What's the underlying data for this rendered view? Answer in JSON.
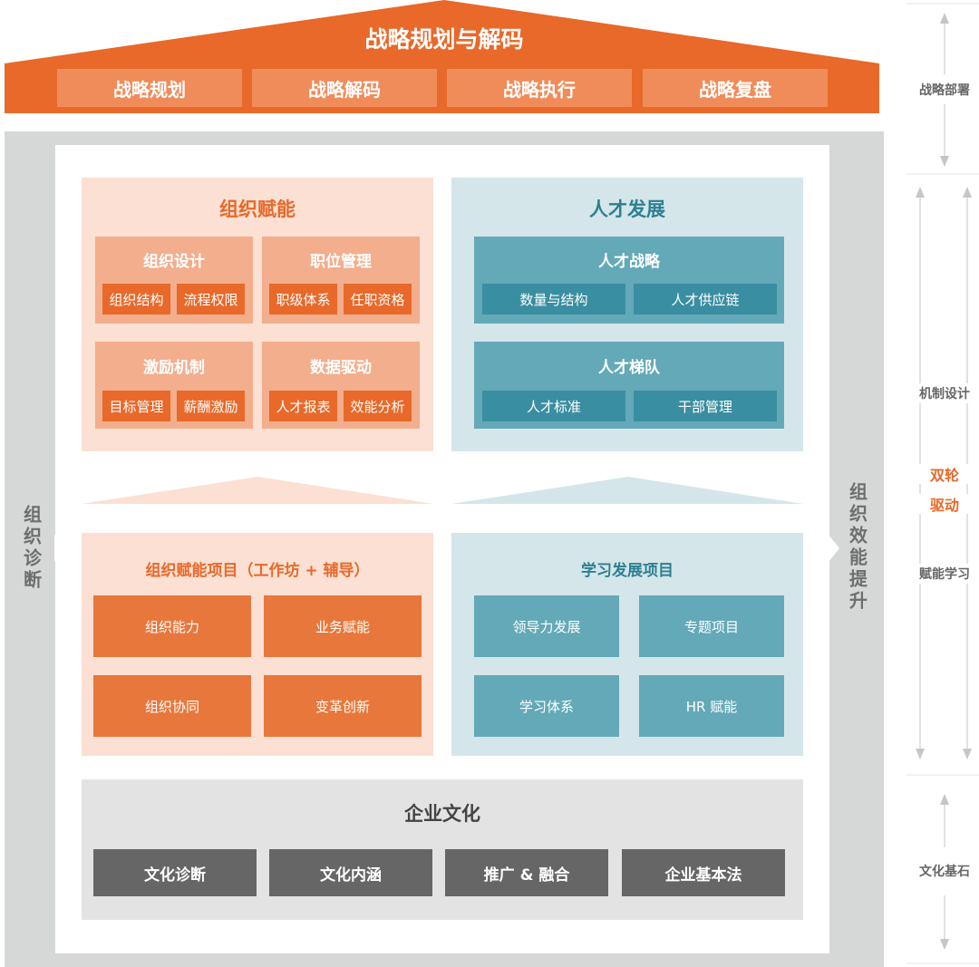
{
  "roof": {
    "title": "战略规划与解码",
    "items": [
      "战略规划",
      "战略解码",
      "战略执行",
      "战略复盘"
    ]
  },
  "left_side": "组织诊断",
  "right_side": "组织效能提升",
  "org_enable": {
    "title": "组织赋能",
    "groups": [
      {
        "title": "组织设计",
        "items": [
          "组织结构",
          "流程权限"
        ]
      },
      {
        "title": "职位管理",
        "items": [
          "职级体系",
          "任职资格"
        ]
      },
      {
        "title": "激励机制",
        "items": [
          "目标管理",
          "薪酬激励"
        ]
      },
      {
        "title": "数据驱动",
        "items": [
          "人才报表",
          "效能分析"
        ]
      }
    ]
  },
  "talent": {
    "title": "人才发展",
    "groups": [
      {
        "title": "人才战略",
        "items": [
          "数量与结构",
          "人才供应链"
        ]
      },
      {
        "title": "人才梯队",
        "items": [
          "人才标准",
          "干部管理"
        ]
      }
    ]
  },
  "org_project": {
    "title": "组织赋能项目（工作坊 + 辅导）",
    "items": [
      "组织能力",
      "业务赋能",
      "组织协同",
      "变革创新"
    ]
  },
  "learning": {
    "title": "学习发展项目",
    "items": [
      "领导力发展",
      "专题项目",
      "学习体系",
      "HR 赋能"
    ]
  },
  "culture": {
    "title": "企业文化",
    "items": [
      "文化诊断",
      "文化内涵",
      "推广 & 融合",
      "企业基本法"
    ]
  },
  "right_labels": {
    "deploy": "战略部署",
    "mechanism": "机制设计",
    "dual_line1": "双轮",
    "dual_line2": "驱动",
    "learning": "赋能学习",
    "foundation": "文化基石"
  },
  "colors": {
    "orange": "#e8692a",
    "teal": "#3a8ea1",
    "grey": "#666666"
  }
}
